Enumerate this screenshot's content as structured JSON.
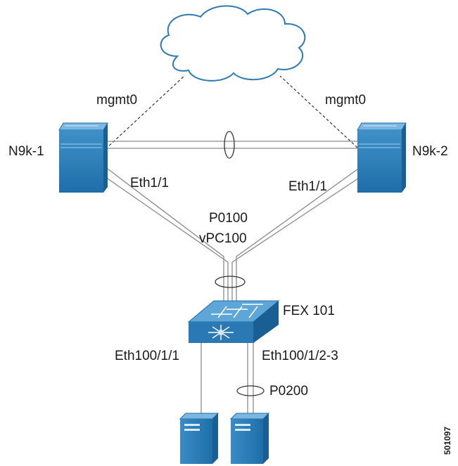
{
  "labels": {
    "mgmt_left": "mgmt0",
    "mgmt_right": "mgmt0",
    "switch_left": "N9k-1",
    "switch_right": "N9k-2",
    "eth_left": "Eth1/1",
    "eth_right": "Eth1/1",
    "port_channel": "P0100",
    "vpc": "vPC100",
    "fex": "FEX 101",
    "eth_fex_left": "Eth100/1/1",
    "eth_fex_right": "Eth100/1/2-3",
    "port_channel_2": "P0200",
    "figure_id": "501097"
  },
  "colors": {
    "device_blue": "#2d7bb6",
    "device_top": "#6fb0dc",
    "link_gray": "#8a8a8a"
  },
  "icons": {
    "cloud": "cloud-icon",
    "switch": "nexus-switch-icon",
    "fex": "fabric-extender-icon",
    "server": "server-icon"
  }
}
